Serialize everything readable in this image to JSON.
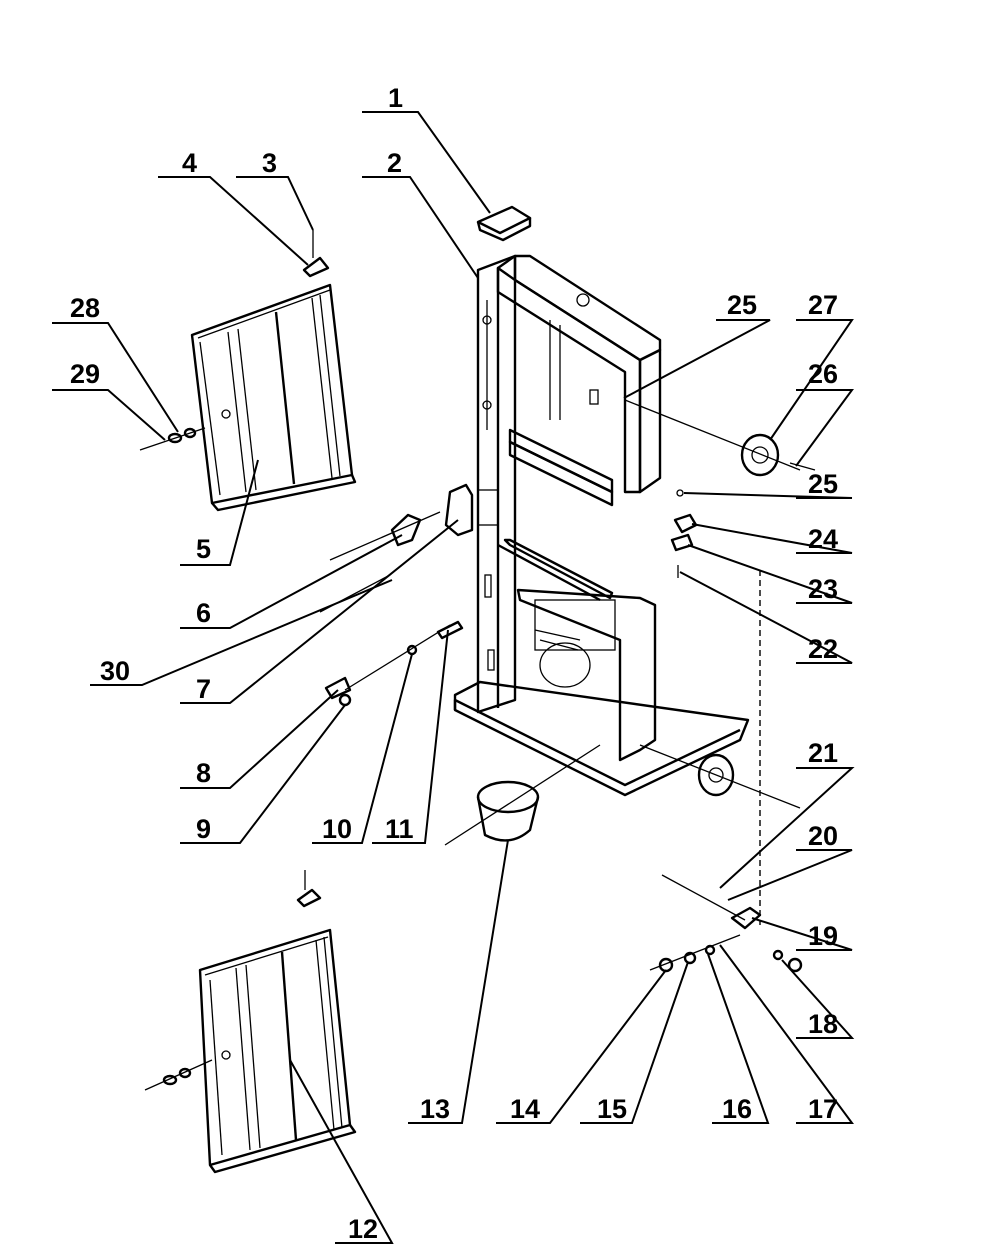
{
  "diagram": {
    "callouts": [
      {
        "id": "c1",
        "text": "1"
      },
      {
        "id": "c2",
        "text": "2"
      },
      {
        "id": "c3",
        "text": "3"
      },
      {
        "id": "c4",
        "text": "4"
      },
      {
        "id": "c5",
        "text": "5"
      },
      {
        "id": "c6",
        "text": "6"
      },
      {
        "id": "c7",
        "text": "7"
      },
      {
        "id": "c8",
        "text": "8"
      },
      {
        "id": "c9",
        "text": "9"
      },
      {
        "id": "c10",
        "text": "10"
      },
      {
        "id": "c11",
        "text": "11"
      },
      {
        "id": "c12",
        "text": "12"
      },
      {
        "id": "c13",
        "text": "13"
      },
      {
        "id": "c14",
        "text": "14"
      },
      {
        "id": "c15",
        "text": "15"
      },
      {
        "id": "c16",
        "text": "16"
      },
      {
        "id": "c17",
        "text": "17"
      },
      {
        "id": "c18",
        "text": "18"
      },
      {
        "id": "c19",
        "text": "19"
      },
      {
        "id": "c20",
        "text": "20"
      },
      {
        "id": "c21",
        "text": "21"
      },
      {
        "id": "c22",
        "text": "22"
      },
      {
        "id": "c23",
        "text": "23"
      },
      {
        "id": "c24",
        "text": "24"
      },
      {
        "id": "c25a",
        "text": "25"
      },
      {
        "id": "c25b",
        "text": "25"
      },
      {
        "id": "c26",
        "text": "26"
      },
      {
        "id": "c27",
        "text": "27"
      },
      {
        "id": "c28",
        "text": "28"
      },
      {
        "id": "c29",
        "text": "29"
      },
      {
        "id": "c30",
        "text": "30"
      }
    ]
  }
}
